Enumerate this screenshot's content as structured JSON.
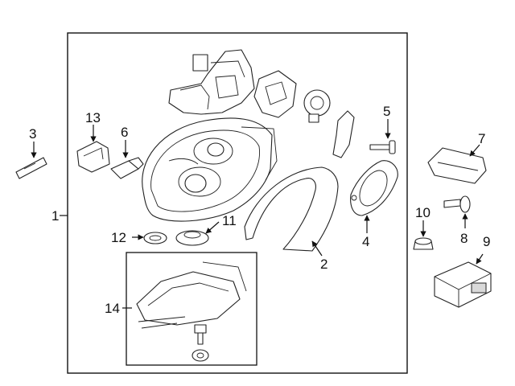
{
  "labels": {
    "l1": "1",
    "l2": "2",
    "l3": "3",
    "l4": "4",
    "l5": "5",
    "l6": "6",
    "l7": "7",
    "l8": "8",
    "l9": "9",
    "l10": "10",
    "l11": "11",
    "l12": "12",
    "l13": "13",
    "l14": "14"
  },
  "colors": {
    "line": "#111111",
    "part_fill": "#ffffff",
    "shade": "#d9d9d9"
  }
}
